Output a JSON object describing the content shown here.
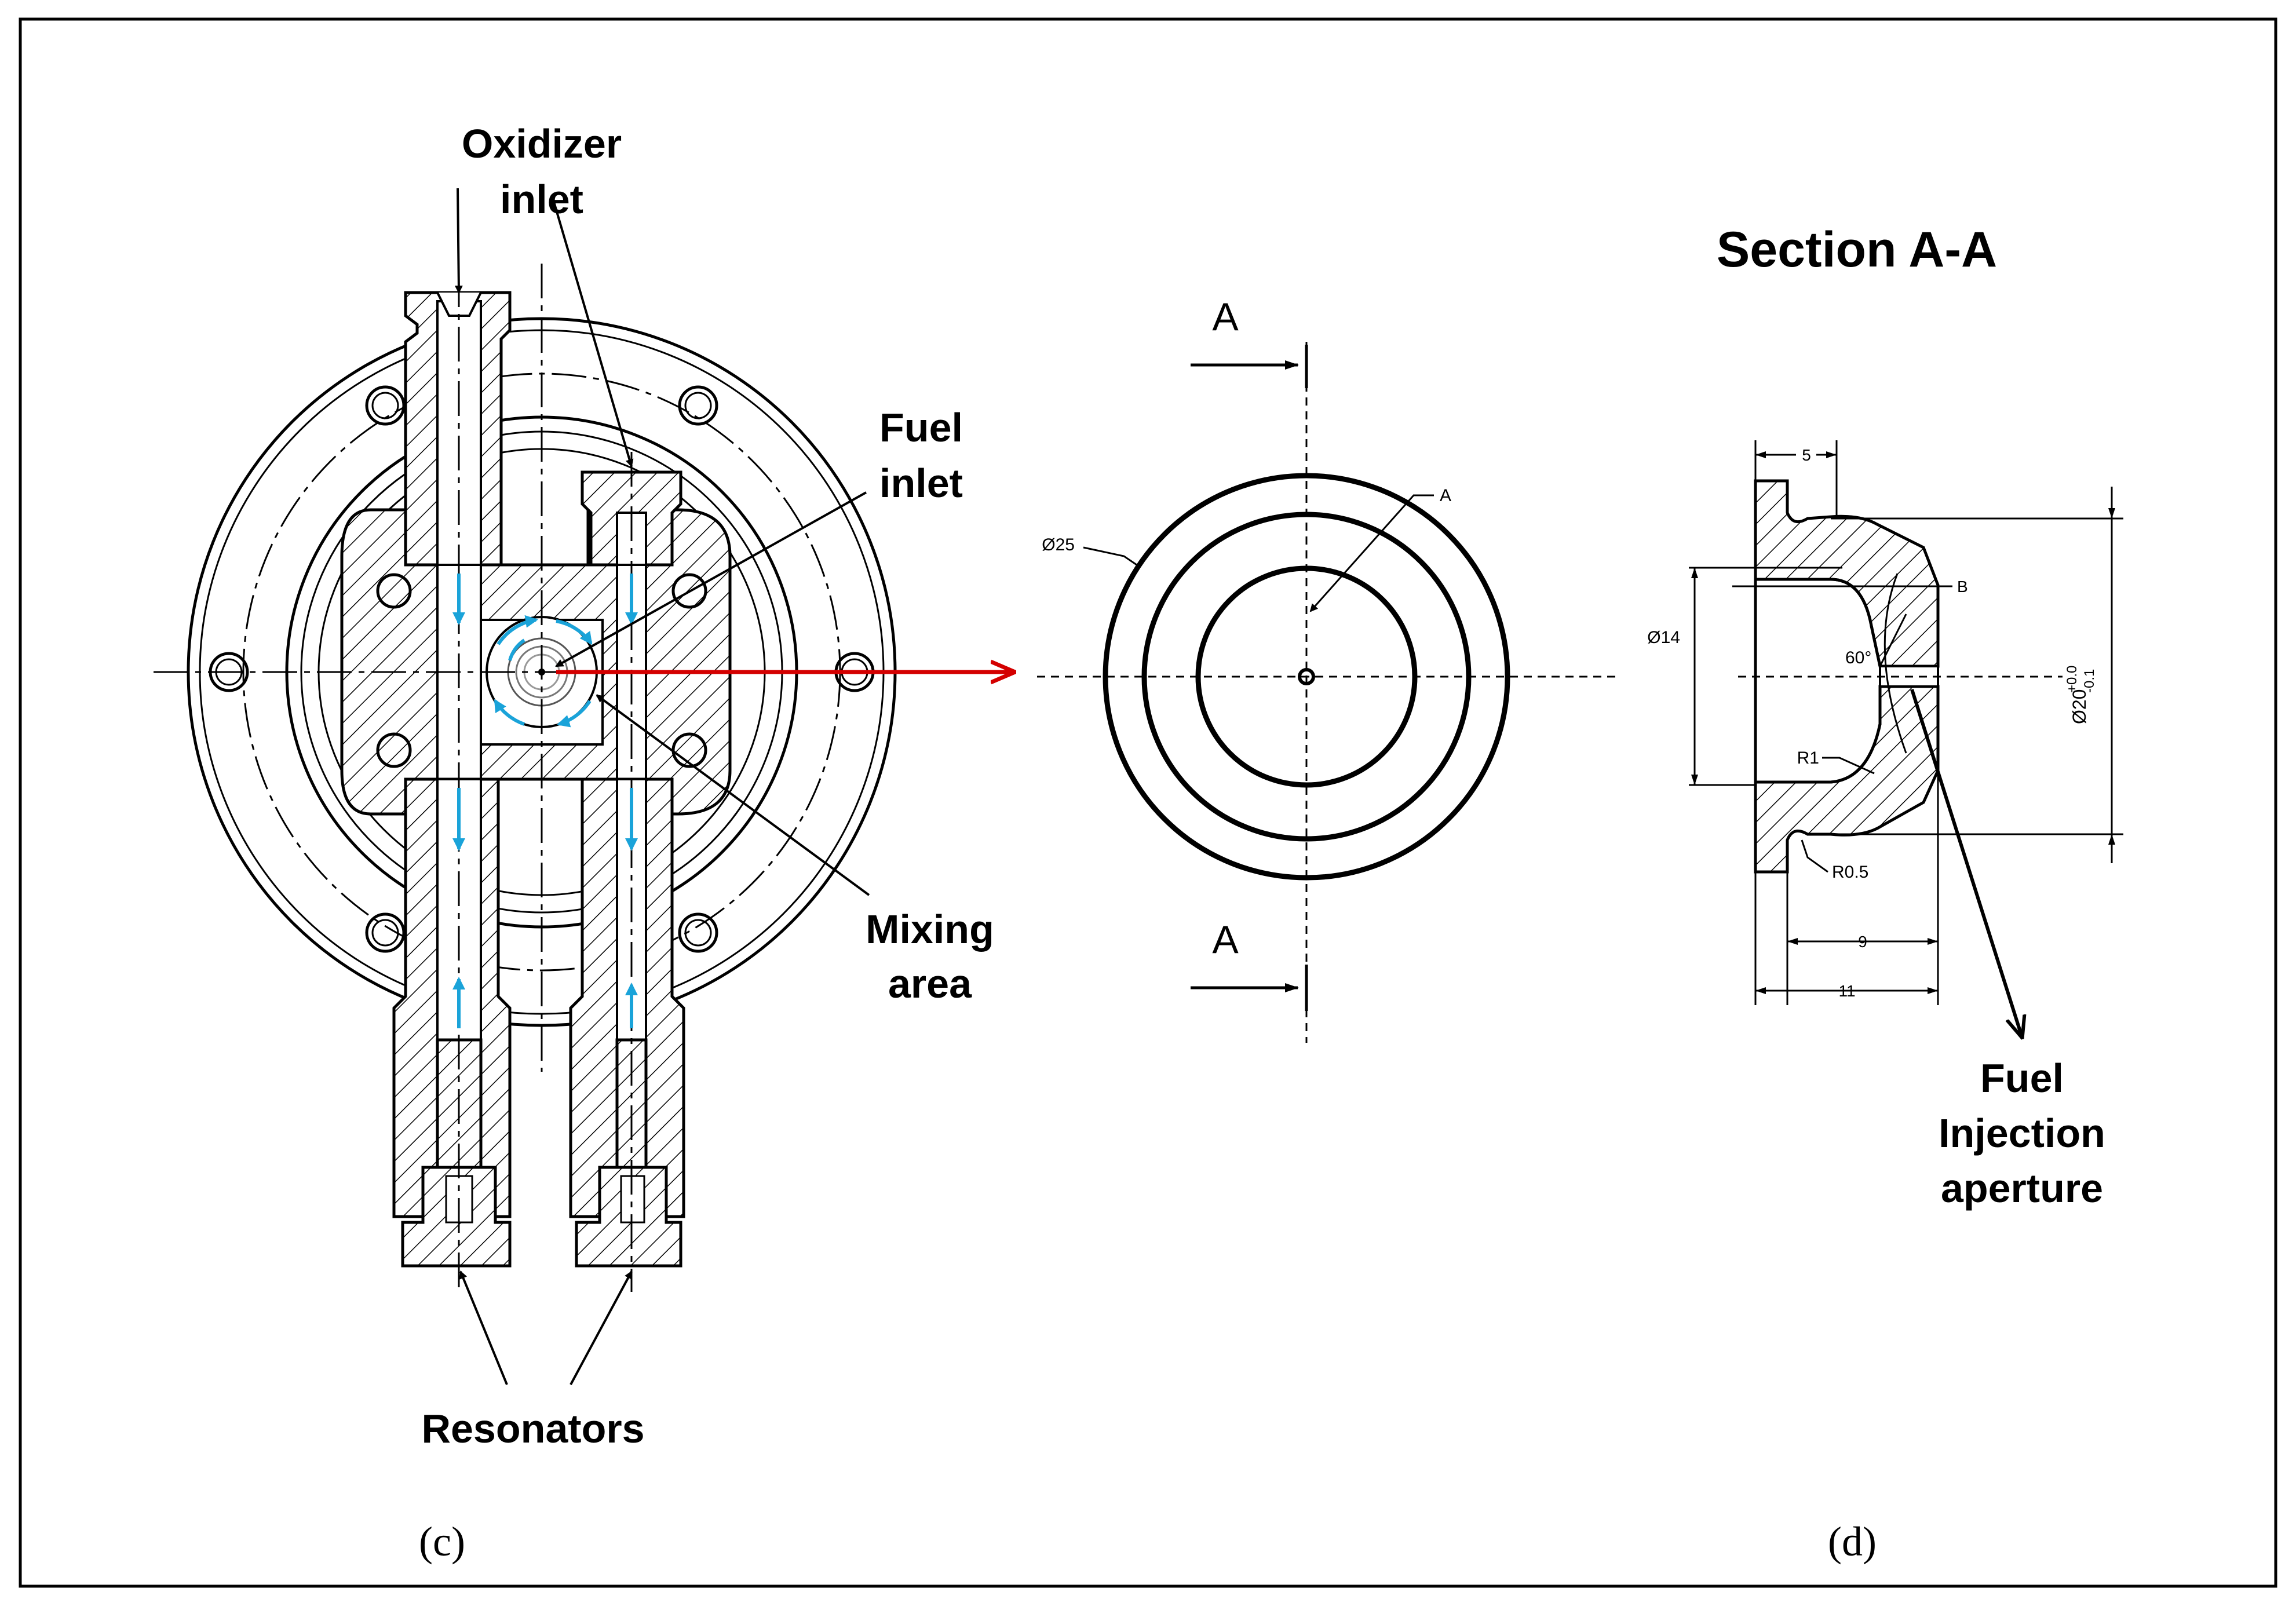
{
  "panel_c": {
    "labels": {
      "oxidizer_line1": "Oxidizer",
      "oxidizer_line2": "inlet",
      "fuel_inlet_line1": "Fuel",
      "fuel_inlet_line2": "inlet",
      "mixing_line1": "Mixing",
      "mixing_line2": "area",
      "resonators": "Resonators"
    },
    "caption": "(c)"
  },
  "panel_d": {
    "section_title": "Section A-A",
    "cut_marker_top": "A",
    "cut_marker_bottom": "A",
    "front_view": {
      "diameter_label": "Ø25",
      "point_label": "A"
    },
    "section_view": {
      "dim_width_top": "5",
      "dim_point_b": "B",
      "dim_angle": "60°",
      "dim_inner_diameter": "Ø14",
      "dim_radius_inner": "R1",
      "dim_radius_small": "R0.5",
      "dim_length_inner": "9",
      "dim_length_total": "11",
      "dim_outer_diameter": "Ø20",
      "dim_outer_tol_upper": "+0.0",
      "dim_outer_tol_lower": "-0.1"
    },
    "labels": {
      "injection_line1": "Fuel",
      "injection_line2": "Injection",
      "injection_line3": "aperture"
    },
    "caption": "(d)"
  },
  "colors": {
    "flow_arrow": "#1aa3d9",
    "pointer_arrow": "#d40000",
    "line": "#000000"
  }
}
